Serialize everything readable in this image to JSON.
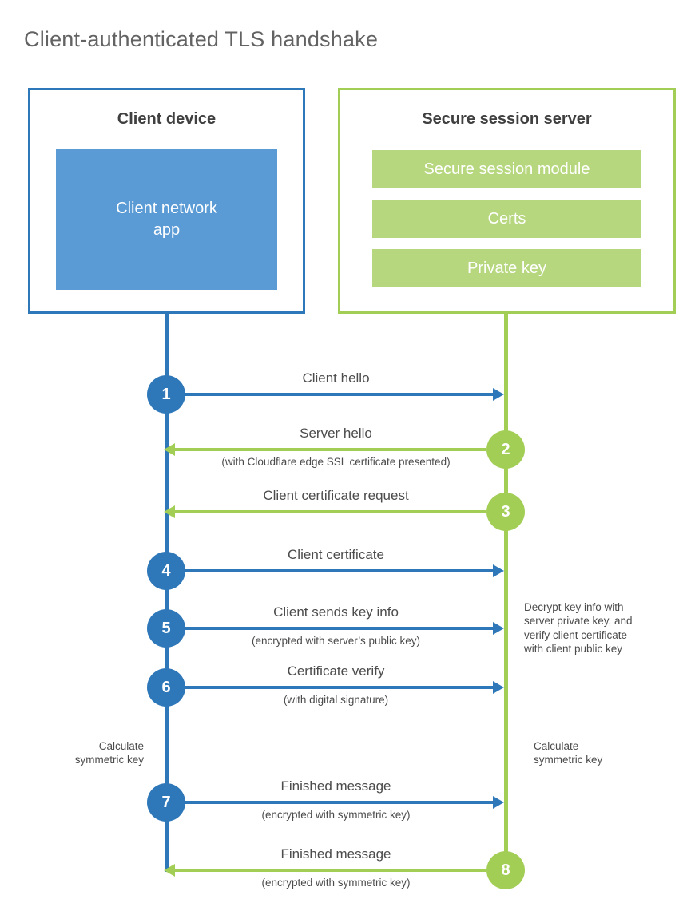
{
  "title": "Client-authenticated TLS handshake",
  "colors": {
    "blue": "#2E77B9",
    "blue-fill": "#5B9BD5",
    "green": "#A3CE56",
    "green-fill": "#B6D77E",
    "title-gray": "#636363",
    "heading": "#404040",
    "label": "#4C4C4C"
  },
  "client": {
    "title": "Client device",
    "app": "Client network\napp"
  },
  "server": {
    "title": "Secure session server",
    "modules": [
      "Secure session module",
      "Certs",
      "Private key"
    ]
  },
  "steps": [
    {
      "num": "1",
      "from": "client",
      "label": "Client hello"
    },
    {
      "num": "2",
      "from": "server",
      "label": "Server hello",
      "subtitle": "(with Cloudflare edge SSL certificate presented)"
    },
    {
      "num": "3",
      "from": "server",
      "label": "Client certificate request"
    },
    {
      "num": "4",
      "from": "client",
      "label": "Client certificate"
    },
    {
      "num": "5",
      "from": "client",
      "label": "Client sends key info",
      "subtitle": "(encrypted with server’s public key)"
    },
    {
      "num": "6",
      "from": "client",
      "label": "Certificate verify",
      "subtitle": "(with digital signature)"
    },
    {
      "num": "7",
      "from": "client",
      "label": "Finished message",
      "subtitle": "(encrypted with symmetric key)"
    },
    {
      "num": "8",
      "from": "server",
      "label": "Finished message",
      "subtitle": "(encrypted with symmetric key)"
    }
  ],
  "notes": {
    "decrypt": "Decrypt key info with\nserver private key, and\nverify client certificate\nwith client public key",
    "calc_client": "Calculate\nsymmetric key",
    "calc_server": "Calculate\nsymmetric key"
  }
}
